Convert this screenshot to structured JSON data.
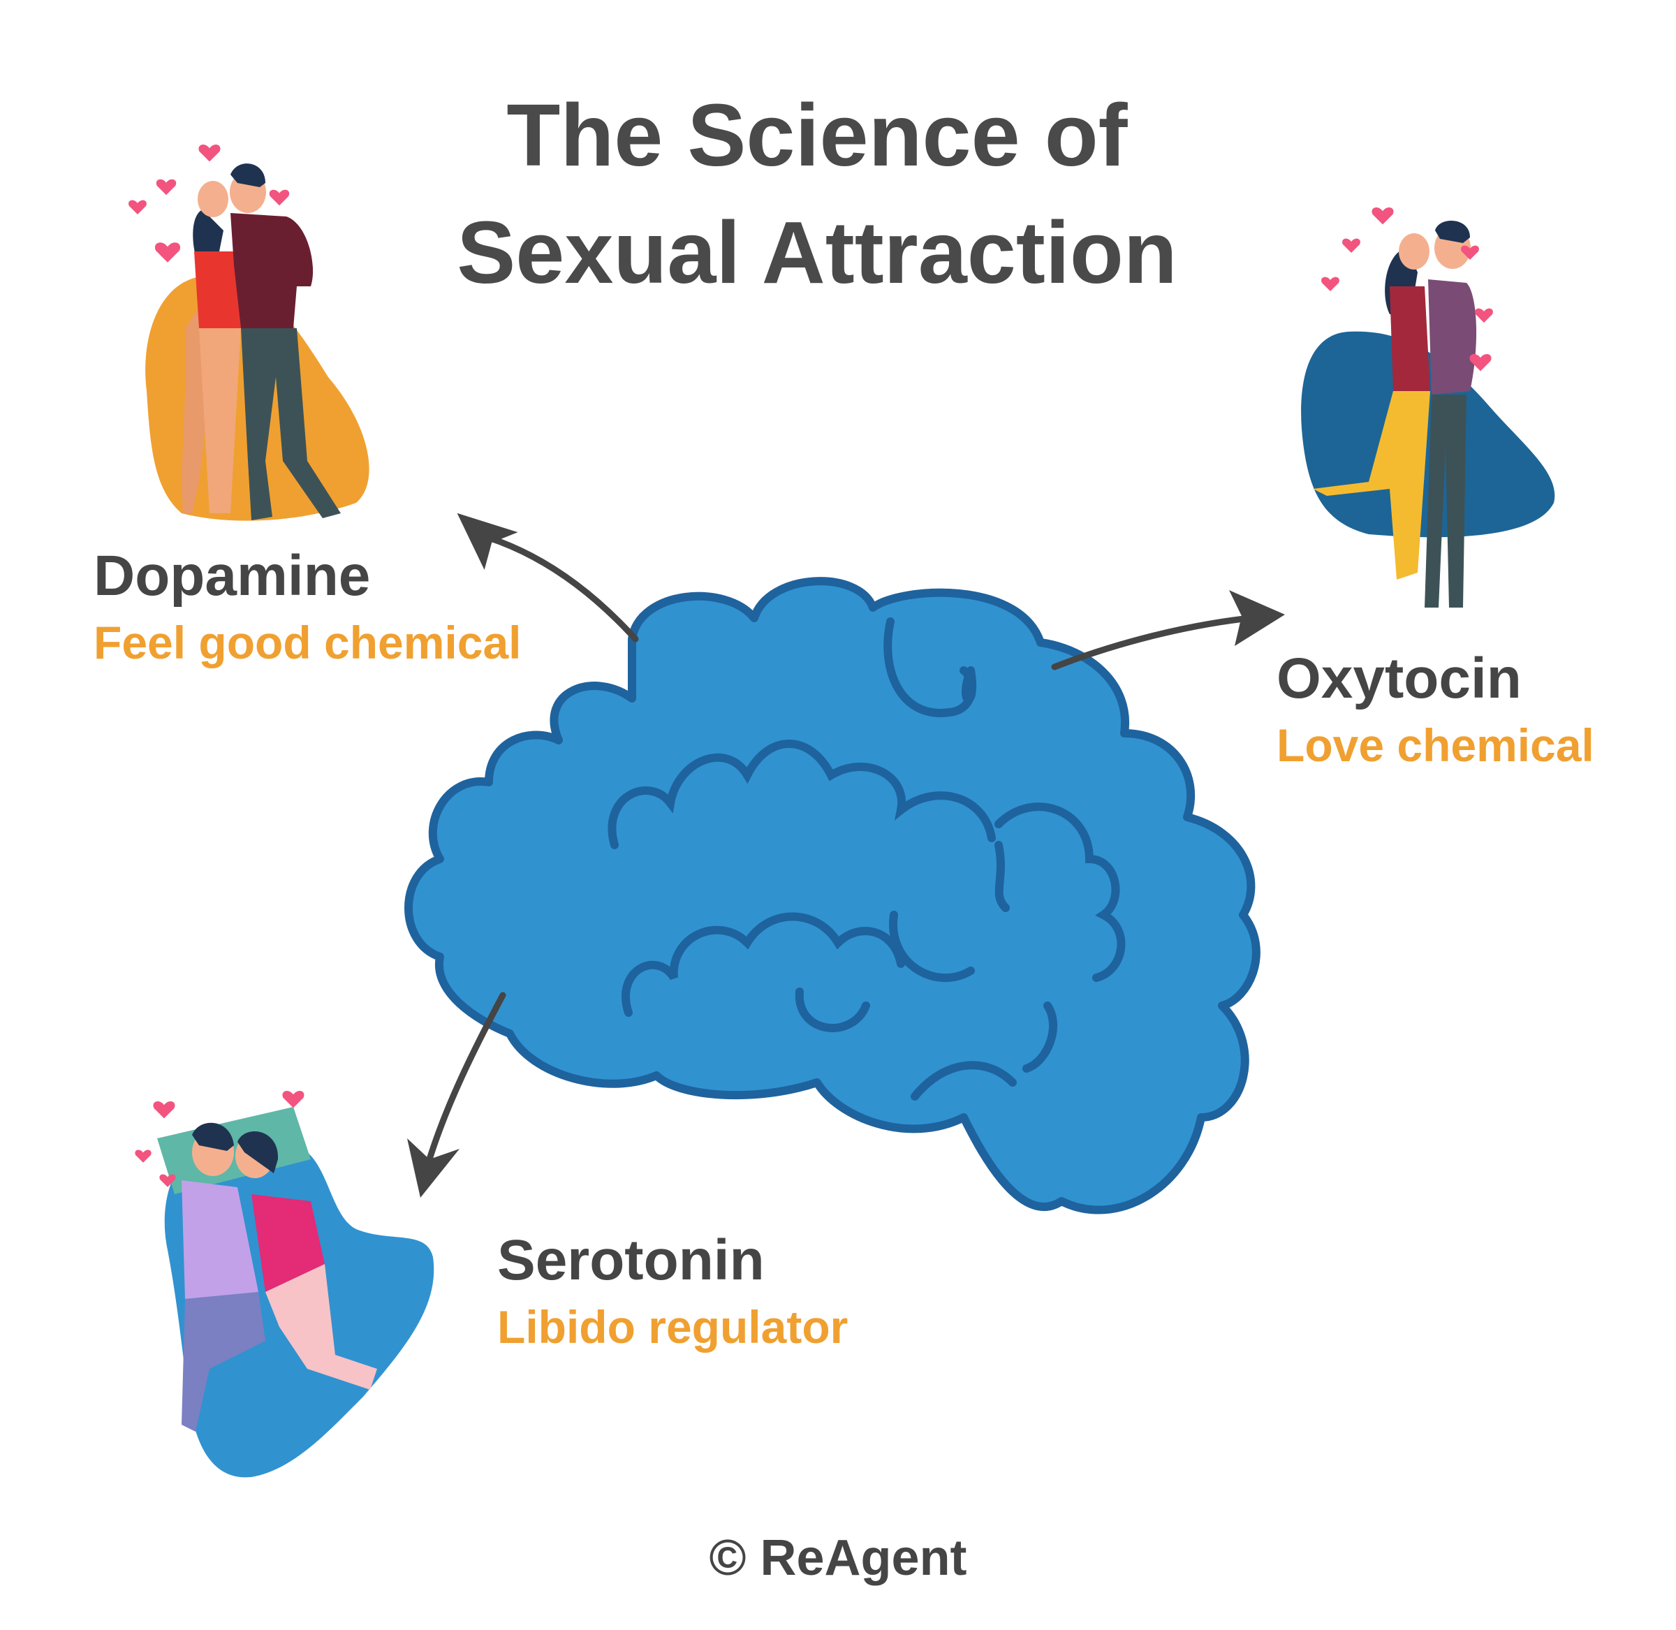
{
  "title": {
    "line1": "The Science of",
    "line2": "Sexual Attraction"
  },
  "chemicals": {
    "dopamine": {
      "name": "Dopamine",
      "description": "Feel good chemical",
      "icon": "standing-couple-hugging-illustration"
    },
    "oxytocin": {
      "name": "Oxytocin",
      "description": "Love chemical",
      "icon": "couple-kissing-holding-hands-illustration"
    },
    "serotonin": {
      "name": "Serotonin",
      "description": "Libido regulator",
      "icon": "couple-cuddling-in-bed-illustration"
    }
  },
  "center_icon": "brain-icon",
  "copyright": "© ReAgent",
  "colors": {
    "brain_fill": "#3192d0",
    "brain_outline": "#1e639e",
    "accent_orange": "#f0a030",
    "text_dark": "#454545",
    "arrow": "#454545",
    "heart": "#f2547f"
  }
}
